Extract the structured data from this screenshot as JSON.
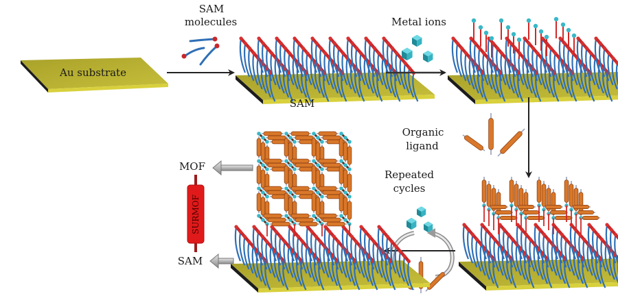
{
  "labels": {
    "au_substrate": "Au substrate",
    "sam_molecules_line1": "SAM",
    "sam_molecules_line2": "molecules",
    "sam": "SAM",
    "metal_ions": "Metal ions",
    "organic_ligand_line1": "Organic",
    "organic_ligand_line2": "ligand",
    "repeated_cycles_line1": "Repeated",
    "repeated_cycles_line2": "cycles",
    "mof": "MOF",
    "sam_bottom": "SAM",
    "surmof": "SURMOF"
  },
  "steps": [
    {
      "id": "au-substrate",
      "label": "Au substrate"
    },
    {
      "id": "sam-layer",
      "label": "SAM"
    },
    {
      "id": "sam-metal",
      "label": "SAM + metal ions"
    },
    {
      "id": "sam-metal-ligand",
      "label": "SAM + metal ions + organic ligand"
    },
    {
      "id": "surmof",
      "label": "SURMOF"
    }
  ],
  "colors": {
    "substrate_top": "#b8b032",
    "substrate_edge": "#1c1c1c",
    "substrate_front": "#d4cc3a",
    "sam_chain": "#2f6fb5",
    "sam_head": "#c8282a",
    "metal_ion": "#39b8c8",
    "ligand": "#d9782a",
    "surmof_red": "#e01a1a",
    "arrow": "#222222",
    "hollow_arrow": "#9a9a9a"
  }
}
